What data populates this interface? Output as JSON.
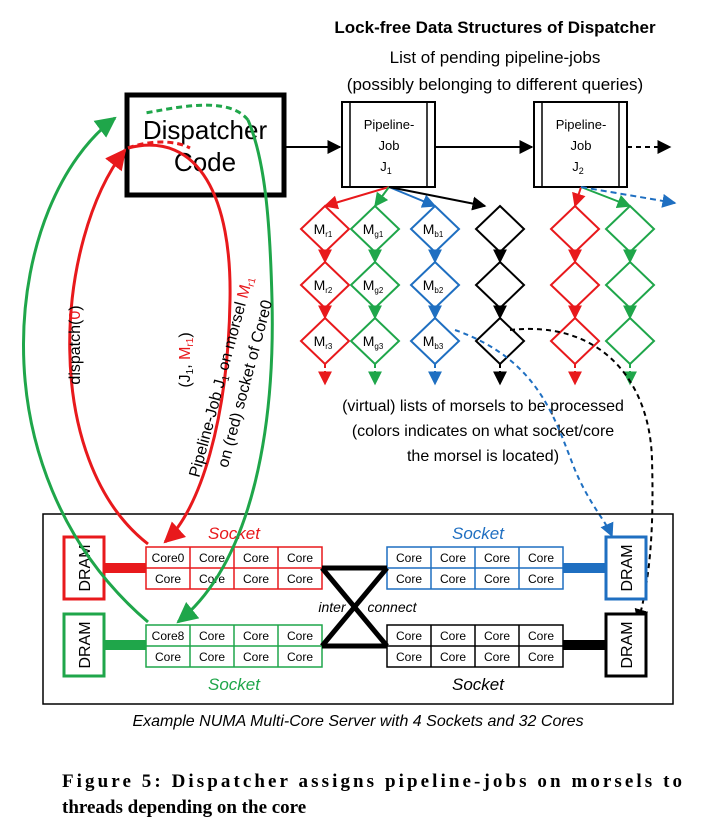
{
  "header": {
    "title": "Lock-free Data Structures of Dispatcher",
    "subtitle_line1": "List of pending pipeline-jobs",
    "subtitle_line2": "(possibly belonging to different queries)"
  },
  "dispatcher": {
    "line1": "Dispatcher",
    "line2": "Code"
  },
  "jobs": [
    {
      "line1": "Pipeline-",
      "line2": "Job",
      "id": "J",
      "sub": "1"
    },
    {
      "line1": "Pipeline-",
      "line2": "Job",
      "id": "J",
      "sub": "2"
    }
  ],
  "morsels": {
    "red": [
      {
        "letter": "M",
        "sub": "r1"
      },
      {
        "letter": "M",
        "sub": "r2"
      },
      {
        "letter": "M",
        "sub": "r3"
      }
    ],
    "green": [
      {
        "letter": "M",
        "sub": "g1"
      },
      {
        "letter": "M",
        "sub": "g2"
      },
      {
        "letter": "M",
        "sub": "g3"
      }
    ],
    "blue": [
      {
        "letter": "M",
        "sub": "b1"
      },
      {
        "letter": "M",
        "sub": "b2"
      },
      {
        "letter": "M",
        "sub": "b3"
      }
    ]
  },
  "morsel_note": {
    "line1": "(virtual) lists of morsels to be processed",
    "line2": "(colors indicates on what socket/core",
    "line3": "the morsel is located)"
  },
  "arrows": {
    "dispatch_prefix": "dispatch(",
    "dispatch_arg": "0",
    "dispatch_suffix": ")",
    "pair_open": "(J",
    "pair_j_sub": "1",
    "pair_comma": ", ",
    "pair_m": "M",
    "pair_m_sub": "r1",
    "pair_close": ")",
    "desc1_a": "Pipeline-Job J",
    "desc1_sub": "1",
    "desc1_b": " on morsel ",
    "desc1_m": "M",
    "desc1_m_sub": "r1",
    "desc2": "on (red) socket of Core0"
  },
  "server": {
    "caption": "Example NUMA Multi-Core Server with 4 Sockets and 32 Cores",
    "interconnect_a": "inter",
    "interconnect_b": "connect",
    "dram_label": "DRAM",
    "sockets": {
      "red": {
        "label": "Socket",
        "cells": [
          "Core0",
          "Core",
          "Core",
          "Core",
          "Core",
          "Core",
          "Core",
          "Core"
        ]
      },
      "blue": {
        "label": "Socket",
        "cells": [
          "Core",
          "Core",
          "Core",
          "Core",
          "Core",
          "Core",
          "Core",
          "Core"
        ]
      },
      "green": {
        "label": "Socket",
        "cells": [
          "Core8",
          "Core",
          "Core",
          "Core",
          "Core",
          "Core",
          "Core",
          "Core"
        ]
      },
      "black": {
        "label": "Socket",
        "cells": [
          "Core",
          "Core",
          "Core",
          "Core",
          "Core",
          "Core",
          "Core",
          "Core"
        ]
      }
    }
  },
  "figure_caption": {
    "line1": "Figure 5:  Dispatcher assigns pipeline-jobs on morsels to",
    "line2": "threads depending on the core"
  },
  "colors": {
    "red": "#e8191c",
    "green": "#1fa64a",
    "blue": "#1f6fc1",
    "black": "#000000"
  }
}
